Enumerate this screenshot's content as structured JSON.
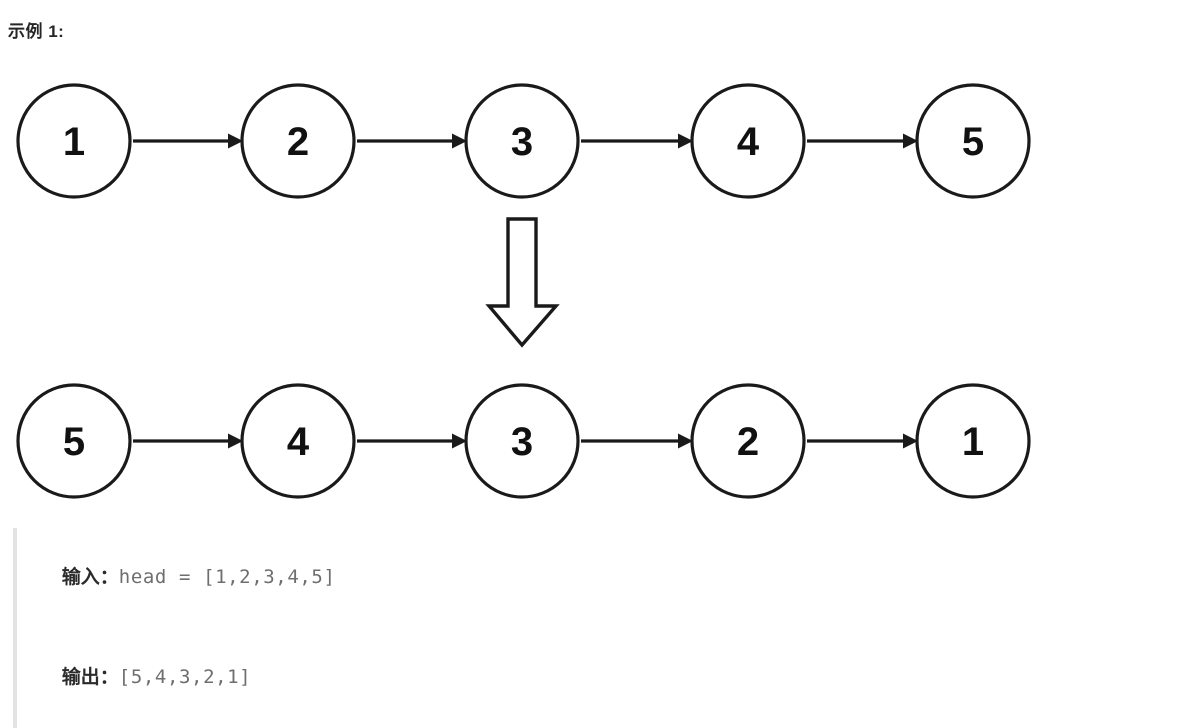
{
  "heading": {
    "text": "示例 1:"
  },
  "diagram": {
    "type": "linked-list-reversal",
    "node_radius": 56,
    "row_y": [
      141,
      441
    ],
    "node_centers_x": [
      74,
      298,
      522,
      748,
      973
    ],
    "input_row": {
      "label": "original-linked-list",
      "nodes": [
        "1",
        "2",
        "3",
        "4",
        "5"
      ]
    },
    "output_row": {
      "label": "reversed-linked-list",
      "nodes": [
        "5",
        "4",
        "3",
        "2",
        "1"
      ]
    },
    "transform_arrow": {
      "direction": "down",
      "style": "hollow-block"
    },
    "colors": {
      "stroke": "#1a1a1a",
      "fill": "#ffffff",
      "label": "#111111"
    }
  },
  "io": {
    "input": {
      "key": "输入：",
      "value": "head = [1,2,3,4,5]"
    },
    "output": {
      "key": "输出：",
      "value": "[5,4,3,2,1]"
    }
  }
}
